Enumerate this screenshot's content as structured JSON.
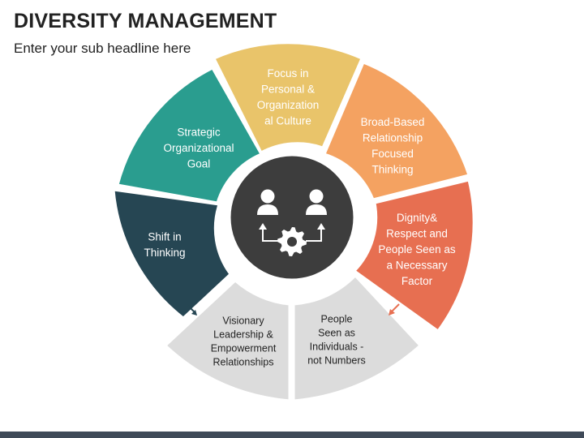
{
  "header": {
    "title": "DIVERSITY MANAGEMENT",
    "subtitle": "Enter your sub headline here"
  },
  "segments": [
    {
      "id": "teal",
      "color": "#2a9d8f",
      "text_color": "#ffffff",
      "lines": [
        "Strategic",
        "Organizational",
        "Goal"
      ]
    },
    {
      "id": "yellow",
      "color": "#e9c46a",
      "text_color": "#ffffff",
      "lines": [
        "Focus in",
        "Personal &",
        "Organization",
        "al Culture"
      ]
    },
    {
      "id": "orange",
      "color": "#f4a261",
      "text_color": "#ffffff",
      "lines": [
        "Broad-Based",
        "Relationship",
        "Focused",
        "Thinking"
      ]
    },
    {
      "id": "red",
      "color": "#e76f51",
      "text_color": "#ffffff",
      "lines": [
        "Dignity&",
        "Respect and",
        "People Seen as",
        "a Necessary",
        "Factor"
      ]
    },
    {
      "id": "grey-right",
      "color": "#dcdcdc",
      "text_color": "#222222",
      "lines": [
        "People",
        "Seen as",
        "Individuals -",
        "not Numbers"
      ]
    },
    {
      "id": "grey-left",
      "color": "#dcdcdc",
      "text_color": "#222222",
      "lines": [
        "Visionary",
        "Leadership &",
        "Empowerment",
        "Relationships"
      ]
    },
    {
      "id": "navy",
      "color": "#264653",
      "text_color": "#ffffff",
      "lines": [
        "Shift in",
        "Thinking"
      ]
    }
  ],
  "center": {
    "color": "#3d3d3d",
    "icons": [
      "user-icon",
      "user-icon",
      "gear-icon",
      "arrow-up-icon",
      "arrow-up-icon"
    ]
  },
  "arrows": [
    {
      "color": "#264653",
      "icon": "arrow-down-right-icon"
    },
    {
      "color": "#e76f51",
      "icon": "arrow-down-left-icon"
    }
  ]
}
